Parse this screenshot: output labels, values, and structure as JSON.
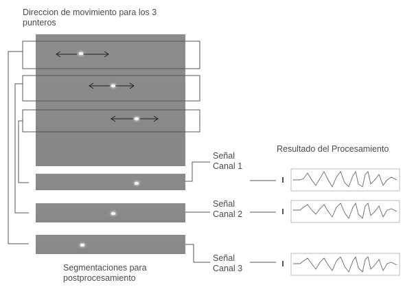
{
  "title": "Direccion de movimiento para los 3 punteros",
  "title_lines": [
    "Direccion de movimiento para los 3",
    "punteros"
  ],
  "result_title": "Resultado del Procesamiento",
  "bottom_caption_lines": [
    "Segmentaciones para",
    "postprocesamiento"
  ],
  "signals": [
    {
      "line1": "Señal",
      "line2": "Canal 1"
    },
    {
      "line1": "Señal",
      "line2": "Canal 2"
    },
    {
      "line1": "Señal",
      "line2": "Canal 3"
    }
  ],
  "colors": {
    "image_gray": "#8a8a8a",
    "line": "#555555",
    "text": "#4a4a4a",
    "pointer": "#f4f4f4"
  }
}
